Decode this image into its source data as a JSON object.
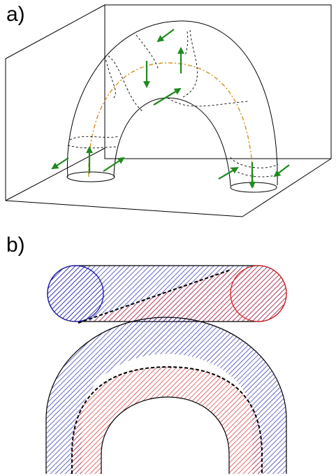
{
  "panels": {
    "a_label": "a)",
    "b_label": "b)"
  },
  "colors": {
    "outline": "#000000",
    "arrow": "#1e8a1e",
    "axis_line": "#d08a10",
    "blue_hatch": "#1a1aa6",
    "red_hatch": "#d42020"
  },
  "icons": {
    "arrow_symbol": "green-vector-arrow"
  }
}
